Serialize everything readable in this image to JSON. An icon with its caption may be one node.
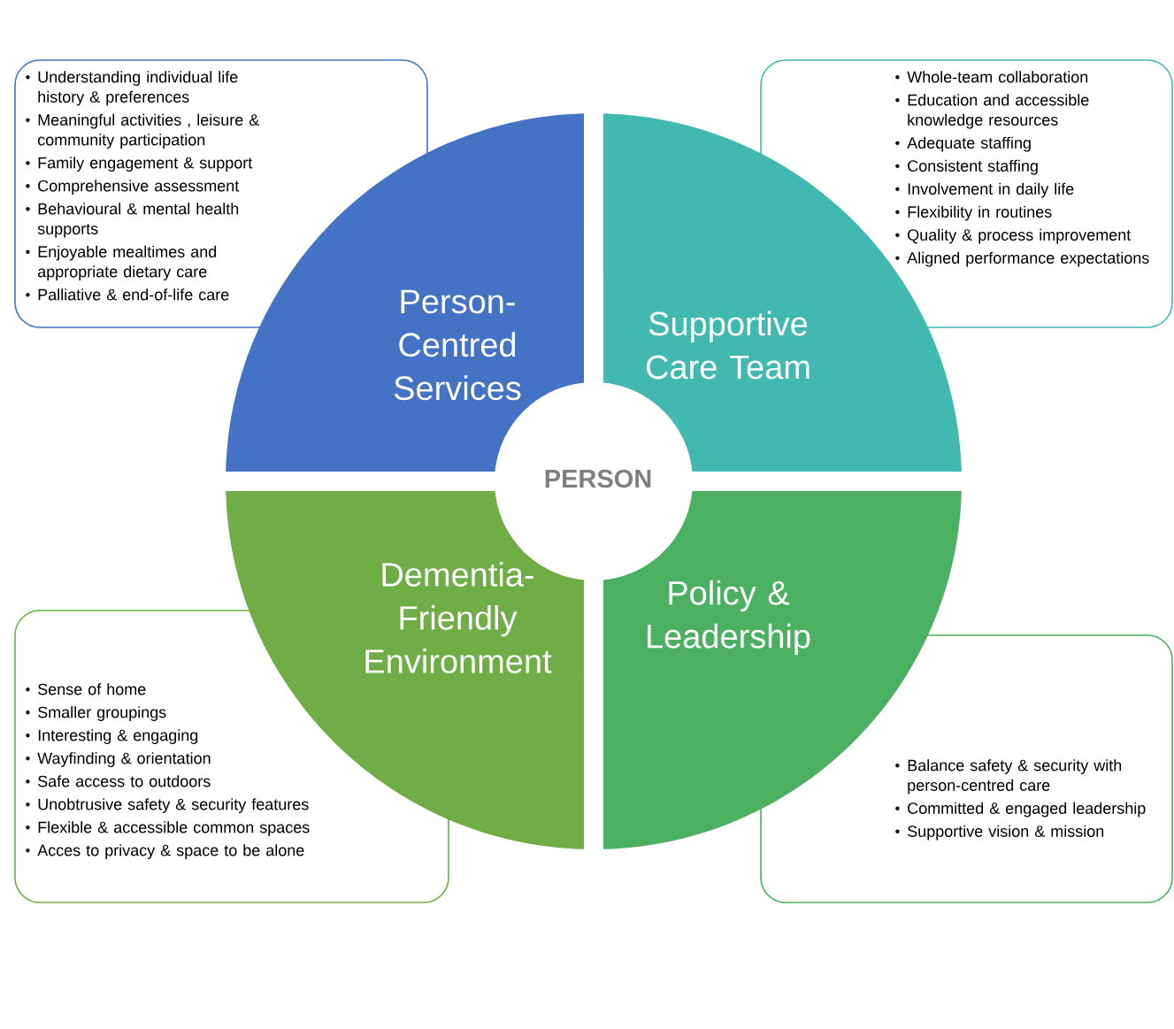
{
  "diagram": {
    "nodes": [
      {
        "text": [
          "Understanding individual life history & preferences",
          "Meaningful activities , leisure & community participation",
          "Family engagement & support",
          "Comprehensive assessment",
          "Behavioural & mental health supports",
          "Enjoyable mealtimes and appropriate dietary care",
          "Palliative & end-of-life care"
        ]
      },
      {
        "text": [
          "Whole-team collaboration",
          "Education and accessible knowledge resources",
          "Adequate staffing",
          "Consistent staffing",
          "Involvement in daily life",
          "Flexibility in routines",
          "Quality & process improvement",
          "Aligned performance expectations"
        ]
      },
      {
        "text": [
          "Person-Centred Services"
        ]
      },
      {
        "text": [
          "Supportive Care Team"
        ]
      },
      {
        "text": [
          "PERSON"
        ]
      },
      {
        "text": [
          "Dementia-Friendly Environment"
        ]
      },
      {
        "text": [
          "Policy & Leadership"
        ]
      },
      {
        "text": [
          "Sense of home",
          "Smaller groupings",
          "Interesting & engaging",
          "Wayfinding & orientation",
          "Safe access to outdoors",
          "Unobtrusive safety & security features",
          "Flexible & accessible common spaces",
          "Acces to privacy & space to be alone"
        ]
      },
      {
        "text": [
          "Balance safety & security with person-centred care",
          "Committed & engaged leadership",
          "Supportive vision & mission"
        ]
      }
    ]
  }
}
